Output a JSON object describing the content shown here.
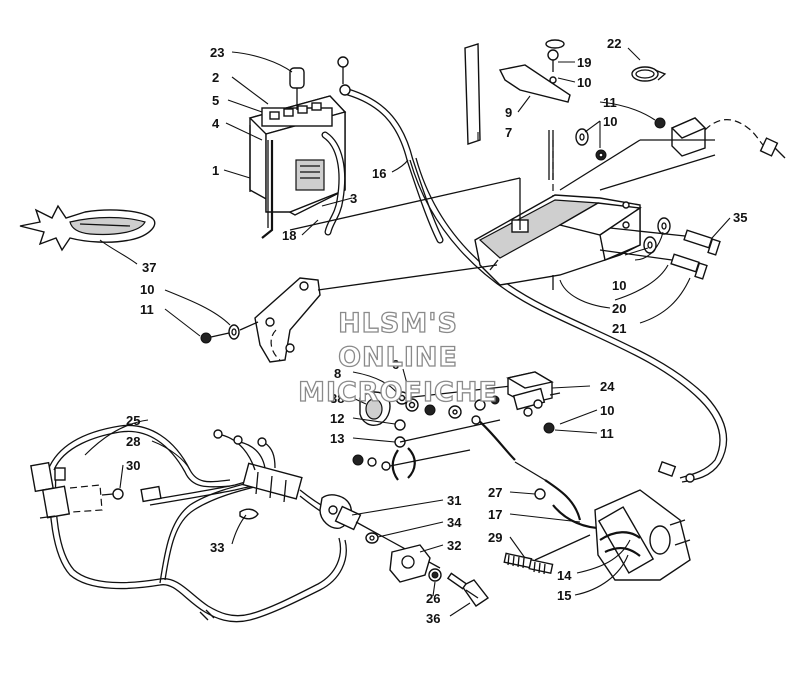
{
  "watermark": {
    "line1": "HLSM'S",
    "line2": "ONLINE",
    "line3": "MICROFICHE"
  },
  "callouts": {
    "c1": "1",
    "c2": "2",
    "c3": "3",
    "c4": "4",
    "c5": "5",
    "c6": "6",
    "c7": "7",
    "c8": "8",
    "c9": "9",
    "c10": "10",
    "c11": "11",
    "c12": "12",
    "c13": "13",
    "c14": "14",
    "c15": "15",
    "c16": "16",
    "c17": "17",
    "c18": "18",
    "c19": "19",
    "c20": "20",
    "c21": "21",
    "c22": "22",
    "c23": "23",
    "c24": "24",
    "c25": "25",
    "c26": "26",
    "c27": "27",
    "c28": "28",
    "c29": "29",
    "c30": "30",
    "c31": "31",
    "c32": "32",
    "c33": "33",
    "c34": "34",
    "c35": "35",
    "c36": "36",
    "c37": "37",
    "c38": "38"
  },
  "icons": [
    "battery-icon",
    "brand-logo-icon",
    "key-icon",
    "ignition-switch-icon",
    "solenoid-icon"
  ]
}
